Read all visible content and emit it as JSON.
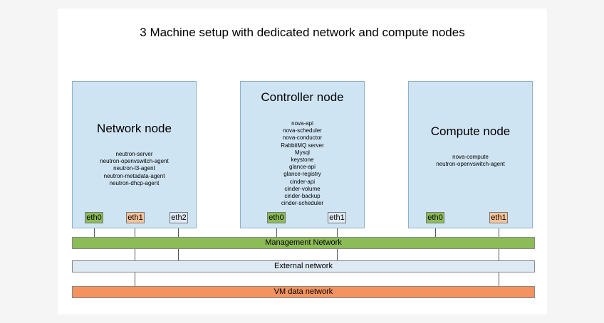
{
  "title": "3 Machine setup with dedicated network and compute nodes",
  "nodes": {
    "network": {
      "name": "Network node",
      "services": [
        "neutron-server",
        "neutron-openvswitch-agent",
        "neutron-l3-agent",
        "neutron-metadata-agent",
        "neutron-dhcp-agent"
      ],
      "ports": [
        "eth0",
        "eth1",
        "eth2"
      ]
    },
    "controller": {
      "name": "Controller node",
      "services": [
        "nova-api",
        "nova-scheduler",
        "nova-conductor",
        "RabbitMQ server",
        "Mysql",
        "keystone",
        "glance-api",
        "glance-registry",
        "cinder-api",
        "cinder-volume",
        "cinder-backup",
        "cinder-scheduler"
      ],
      "ports": [
        "eth0",
        "eth1"
      ]
    },
    "compute": {
      "name": "Compute node",
      "services": [
        "nova-compute",
        "neutron-openvswitch-agent"
      ],
      "ports": [
        "eth0",
        "eth1"
      ]
    }
  },
  "networks": {
    "management": {
      "label": "Management Network",
      "color": "#8cbc56"
    },
    "external": {
      "label": "External network",
      "color": "#dde9f3"
    },
    "vm_data": {
      "label": "VM data network",
      "color": "#f4935f"
    }
  },
  "port_colors": {
    "management": "#8cbc56",
    "data": "#f6c398",
    "external": "#dde9f3"
  }
}
